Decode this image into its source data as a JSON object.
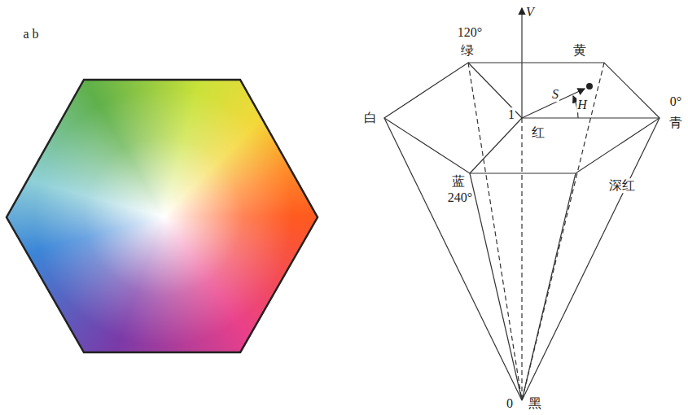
{
  "diagram": {
    "labels": [
      "a b",
      "V",
      "120°",
      "绿",
      "黄",
      "S",
      "H",
      "1",
      "0°",
      "青",
      "白",
      "红",
      "蓝",
      "240°",
      "深红",
      "0",
      "黑"
    ]
  }
}
